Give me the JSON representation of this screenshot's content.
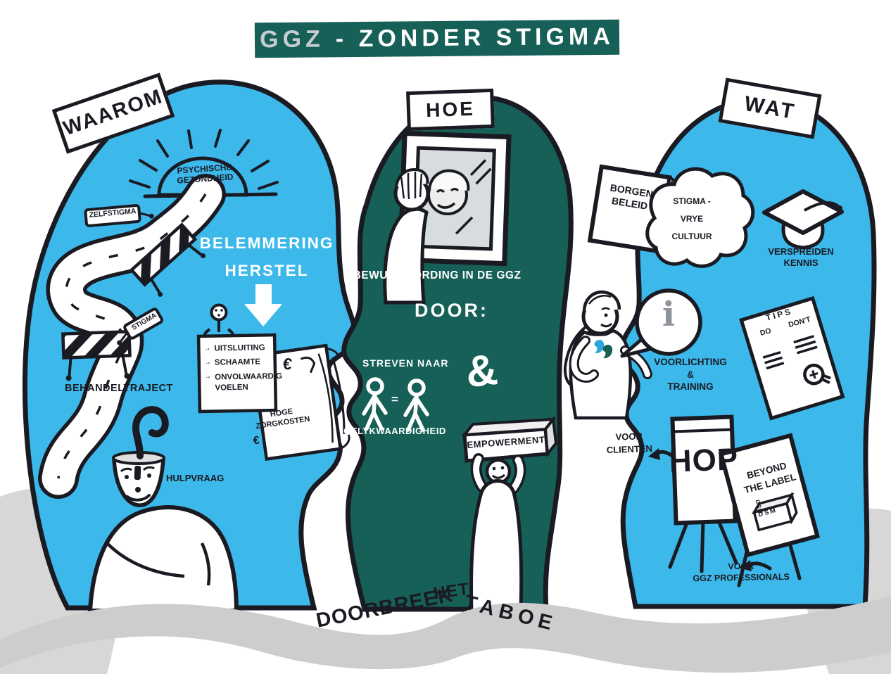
{
  "colors": {
    "blue": "#3cb8ea",
    "teal": "#166058",
    "ink": "#1a1a22",
    "ribbon_gray": "#cdcdcd",
    "banner_ggz_text": "#c7ccd1"
  },
  "title": {
    "ggz": "GGZ",
    "rest": "- ZONDER STIGMA"
  },
  "left_head": {
    "label": "WAAROM",
    "sun": {
      "line1": "PSYCHISCHE",
      "line2": "GEZONDHEID"
    },
    "zelfstigma_tag": "ZELFSTIGMA",
    "stigma_tag": "STIGMA",
    "road_label": "BEHANDELTRAJECT",
    "belemmering": {
      "line1": "BELEMMERING",
      "line2": "HERSTEL"
    },
    "note": {
      "bullet": "→",
      "items": [
        "UITSLUITING",
        "SCHAAMTE",
        "ONVOLWAARDIG VOELEN"
      ]
    },
    "costs": {
      "line1": "HOGE",
      "line2": "ZORGKOSTEN",
      "euro": "€"
    },
    "hulpvraag": "HULPVRAAG"
  },
  "middle_head": {
    "label": "HOE",
    "bewustwording": "BEWUSTWORDING IN DE GGZ",
    "door": "DOOR:",
    "streven_naar": "STREVEN NAAR",
    "equals": "=",
    "gelijkwaardigheid": "GELYKWAARDIGHEID",
    "ampersand": "&",
    "empowerment": "EMPOWERMENT"
  },
  "right_head": {
    "label": "WAT",
    "book": {
      "line1": "BORGEN",
      "line2": "BELEID"
    },
    "cloud": {
      "line1": "STIGMA -",
      "line2": "VRYE",
      "line3": "CULTUUR"
    },
    "kennis": {
      "line1": "VERSPREIDEN",
      "line2": "KENNIS"
    },
    "info_symbol": "i",
    "voorlichting": {
      "line1": "VOORLICHTING",
      "line2": "&",
      "line3": "TRAINING"
    },
    "tips": {
      "title": "TIPS",
      "do_label": "DO",
      "dont_label": "DON'T"
    },
    "voor_clienten": {
      "line1": "VOOR",
      "line2": "CLIENTEN"
    },
    "hop": "HOP",
    "beyond": {
      "line1": "BEYOND",
      "line2": "THE LABEL"
    },
    "dsm": "DSM",
    "voor_professionals": {
      "line1": "VOOR",
      "line2": "GGZ PROFESSIONALS"
    }
  },
  "footer": {
    "word1": "DOORBREEK",
    "word2": "HET",
    "word3": "TABOE"
  }
}
